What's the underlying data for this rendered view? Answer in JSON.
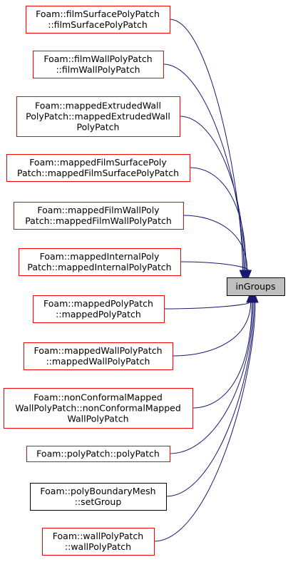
{
  "target": {
    "label": "inGroups",
    "fill": "#bfbfbf",
    "border": "#000000"
  },
  "callers": [
    {
      "lines": [
        "Foam::filmSurfacePolyPatch",
        "::filmSurfacePolyPatch"
      ],
      "border": "#ff0000"
    },
    {
      "lines": [
        "Foam::filmWallPolyPatch",
        "::filmWallPolyPatch"
      ],
      "border": "#ff0000"
    },
    {
      "lines": [
        "Foam::mappedExtrudedWall",
        "PolyPatch::mappedExtrudedWall",
        "PolyPatch"
      ],
      "border": "#ff0000"
    },
    {
      "lines": [
        "Foam::mappedFilmSurfacePoly",
        "Patch::mappedFilmSurfacePolyPatch"
      ],
      "border": "#ff0000"
    },
    {
      "lines": [
        "Foam::mappedFilmWallPoly",
        "Patch::mappedFilmWallPolyPatch"
      ],
      "border": "#ff0000"
    },
    {
      "lines": [
        "Foam::mappedInternalPoly",
        "Patch::mappedInternalPolyPatch"
      ],
      "border": "#ff0000"
    },
    {
      "lines": [
        "Foam::mappedPolyPatch",
        "::mappedPolyPatch"
      ],
      "border": "#ff0000"
    },
    {
      "lines": [
        "Foam::mappedWallPolyPatch",
        "::mappedWallPolyPatch"
      ],
      "border": "#ff0000"
    },
    {
      "lines": [
        "Foam::nonConformalMapped",
        "WallPolyPatch::nonConformalMapped",
        "WallPolyPatch"
      ],
      "border": "#ff0000"
    },
    {
      "lines": [
        "Foam::polyPatch::polyPatch"
      ],
      "border": "#ff0000"
    },
    {
      "lines": [
        "Foam::polyBoundaryMesh",
        "::setGroup"
      ],
      "border": "#000000"
    },
    {
      "lines": [
        "Foam::wallPolyPatch",
        "::wallPolyPatch"
      ],
      "border": "#ff0000"
    }
  ],
  "edge_color": "#191970"
}
